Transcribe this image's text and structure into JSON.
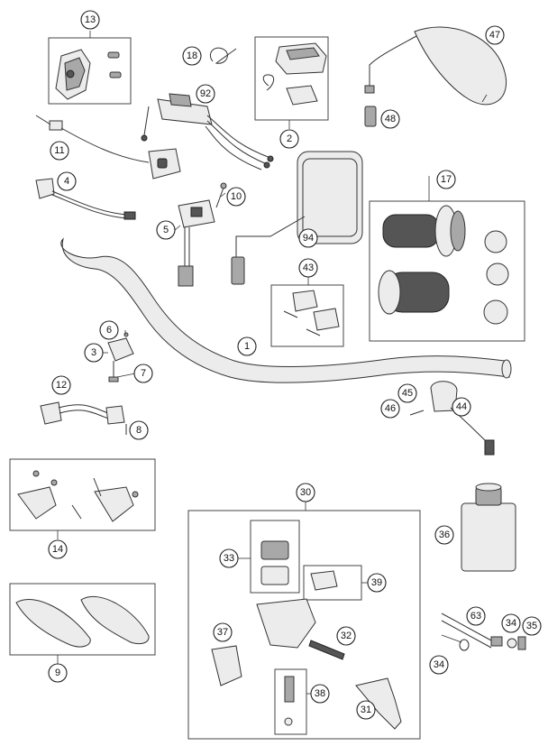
{
  "callouts": {
    "c1": "1",
    "c2": "2",
    "c3": "3",
    "c4": "4",
    "c5": "5",
    "c6": "6",
    "c7": "7",
    "c8": "8",
    "c9": "9",
    "c10": "10",
    "c11": "11",
    "c12": "12",
    "c13": "13",
    "c14": "14",
    "c17": "17",
    "c18": "18",
    "c30": "30",
    "c31": "31",
    "c32": "32",
    "c33": "33",
    "c34a": "34",
    "c34b": "34",
    "c35": "35",
    "c36": "36",
    "c37": "37",
    "c38": "38",
    "c39": "39",
    "c43": "43",
    "c44": "44",
    "c45": "45",
    "c46": "46",
    "c47": "47",
    "c48": "48",
    "c63": "63",
    "c92": "92",
    "c94": "94"
  }
}
